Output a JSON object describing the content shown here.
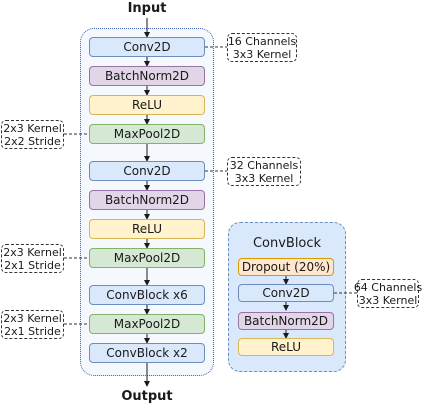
{
  "title_input": "Input",
  "title_output": "Output",
  "main_blocks": [
    {
      "label": "Conv2D",
      "kind": "conv"
    },
    {
      "label": "BatchNorm2D",
      "kind": "bn"
    },
    {
      "label": "ReLU",
      "kind": "relu"
    },
    {
      "label": "MaxPool2D",
      "kind": "pool"
    },
    {
      "label": "Conv2D",
      "kind": "conv"
    },
    {
      "label": "BatchNorm2D",
      "kind": "bn"
    },
    {
      "label": "ReLU",
      "kind": "relu"
    },
    {
      "label": "MaxPool2D",
      "kind": "pool"
    },
    {
      "label": "ConvBlock x6",
      "kind": "conv"
    },
    {
      "label": "MaxPool2D",
      "kind": "pool"
    },
    {
      "label": "ConvBlock x2",
      "kind": "conv"
    }
  ],
  "annotations": {
    "conv1": {
      "line1": "16 Channels",
      "line2": "3x3 Kernel"
    },
    "conv2": {
      "line1": "32 Channels",
      "line2": "3x3 Kernel"
    },
    "pool1": {
      "line1": "2x3 Kernel",
      "line2": "2x2 Stride"
    },
    "pool2": {
      "line1": "2x3 Kernel",
      "line2": "2x1 Stride"
    },
    "pool3": {
      "line1": "2x3 Kernel",
      "line2": "2x1 Stride"
    },
    "cb_conv": {
      "line1": "64 Channels",
      "line2": "3x3 Kernel"
    }
  },
  "convblock": {
    "title": "ConvBlock",
    "blocks": [
      {
        "label": "Dropout (20%)",
        "kind": "drop"
      },
      {
        "label": "Conv2D",
        "kind": "conv"
      },
      {
        "label": "BatchNorm2D",
        "kind": "bn"
      },
      {
        "label": "ReLU",
        "kind": "relu"
      }
    ]
  },
  "colors": {
    "conv": "#dae8fc",
    "bn": "#e1d5e7",
    "relu": "#fff2cc",
    "pool": "#d5e8d4",
    "dropout": "#ffe6cc",
    "group_border": "#3c5fb5"
  }
}
